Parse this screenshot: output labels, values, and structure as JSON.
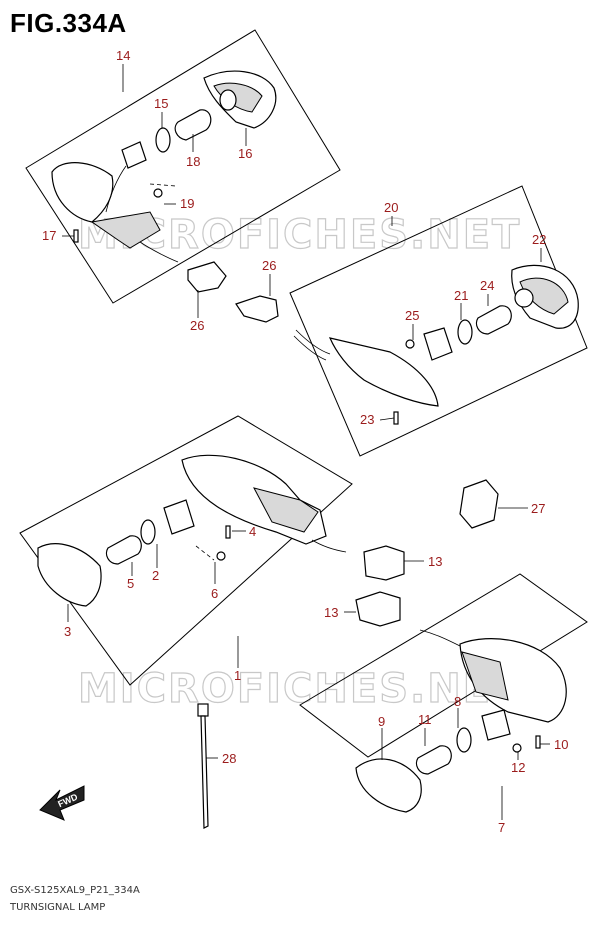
{
  "figure": {
    "title": "FIG.334A",
    "code": "GSX-S125XAL9_P21_334A",
    "name": "TURNSIGNAL LAMP"
  },
  "watermark": "MICROFICHES.NET",
  "fwd_label": "FWD",
  "parts": [
    {
      "id": "p14",
      "label": "14"
    },
    {
      "id": "p15",
      "label": "15"
    },
    {
      "id": "p18",
      "label": "18"
    },
    {
      "id": "p16",
      "label": "16"
    },
    {
      "id": "p19",
      "label": "19"
    },
    {
      "id": "p17",
      "label": "17"
    },
    {
      "id": "p26a",
      "label": "26"
    },
    {
      "id": "p26b",
      "label": "26"
    },
    {
      "id": "p20",
      "label": "20"
    },
    {
      "id": "p22",
      "label": "22"
    },
    {
      "id": "p21",
      "label": "21"
    },
    {
      "id": "p24",
      "label": "24"
    },
    {
      "id": "p25",
      "label": "25"
    },
    {
      "id": "p23",
      "label": "23"
    },
    {
      "id": "p27",
      "label": "27"
    },
    {
      "id": "p4",
      "label": "4"
    },
    {
      "id": "p5",
      "label": "5"
    },
    {
      "id": "p2",
      "label": "2"
    },
    {
      "id": "p6",
      "label": "6"
    },
    {
      "id": "p3",
      "label": "3"
    },
    {
      "id": "p1",
      "label": "1"
    },
    {
      "id": "p13a",
      "label": "13"
    },
    {
      "id": "p13b",
      "label": "13"
    },
    {
      "id": "p28",
      "label": "28"
    },
    {
      "id": "p9",
      "label": "9"
    },
    {
      "id": "p11",
      "label": "11"
    },
    {
      "id": "p8",
      "label": "8"
    },
    {
      "id": "p10",
      "label": "10"
    },
    {
      "id": "p12",
      "label": "12"
    },
    {
      "id": "p7",
      "label": "7"
    }
  ]
}
